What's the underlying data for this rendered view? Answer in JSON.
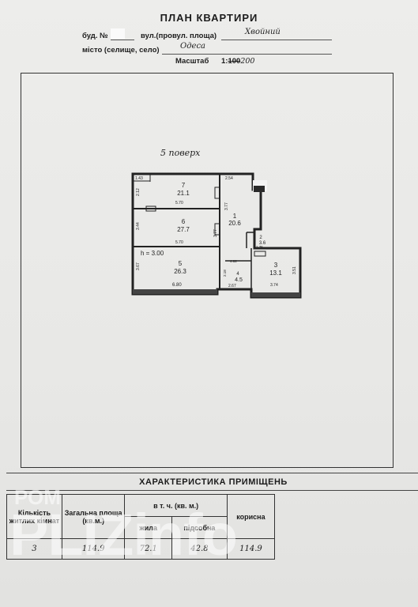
{
  "header": {
    "title": "ПЛАН КВАРТИРИ",
    "bud_label": "буд. №",
    "street_label": "вул.(провул. площа)",
    "street_value": "Хвойний",
    "city_label": "місто (селище, село)",
    "city_value": "Одеса",
    "scale_label": "Масштаб",
    "scale_prefix": "1:",
    "scale_struck": "100",
    "scale_value": "200"
  },
  "plan": {
    "floor_label": "5 поверх",
    "rooms": [
      {
        "num": "7",
        "area": "21.1"
      },
      {
        "num": "6",
        "area": "27.7"
      },
      {
        "num": "5",
        "area": "26.3"
      },
      {
        "num": "1",
        "area": "20.6"
      },
      {
        "num": "2",
        "area": "3.6"
      },
      {
        "num": "4",
        "area": "4.5"
      },
      {
        "num": "3",
        "area": "13.1"
      }
    ],
    "height_note": "h = 3.00",
    "dims": [
      "1.43",
      "2.54",
      "5.70",
      "5.70",
      "6.80",
      "3.77",
      "3.77",
      "2.67",
      "3.74",
      "1.75",
      "3.44",
      "2.12",
      "3.51",
      "2.18",
      "3.67",
      "4.82"
    ]
  },
  "characteristics": {
    "title": "ХАРАКТЕРИСТИКА ПРИМІЩЕНЬ",
    "col_rooms": "Кількість житлих кімнат",
    "col_total": "Загальна площа (кв.м.)",
    "col_incl": "в т. ч. (кв. м.)",
    "col_living": "жила",
    "col_aux": "підсобна",
    "col_useful": "корисна",
    "row": {
      "rooms": "3",
      "total": "114.9",
      "living": "72.1",
      "aux": "42.8",
      "useful": "114.9"
    }
  },
  "watermark": {
    "brand": "РОМ",
    "logo": "PLIZinfo"
  }
}
